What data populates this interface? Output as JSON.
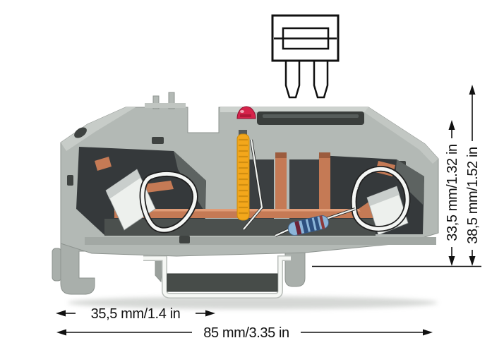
{
  "figure": {
    "kind": "product-dimension-diagram",
    "subject": "fuse-terminal-block-with-blade-fuse-on-din-rail"
  },
  "annotations": {
    "height_block": "33,5 mm/1.32 in",
    "height_total": "38,5 mm/1.52 in",
    "width_block": "35,5 mm/1.4 in",
    "width_total": "85 mm/3.35 in"
  },
  "colors": {
    "housing": "#b3b9b5",
    "housing_light": "#cdd2ce",
    "housing_mid": "#a2a8a4",
    "cavity": "#35393b",
    "copper": "#c57a55",
    "copper_light": "#e09c77",
    "copper_dark": "#9c5c3e",
    "spring_yellow": "#f3a71b",
    "led_red": "#d6244b",
    "resistor_blue": "#8cb5d9",
    "clamp_white": "#edf0ed",
    "wire_white": "#f0f3f0",
    "rail_dark": "#474c49",
    "annotation": "#111111"
  }
}
